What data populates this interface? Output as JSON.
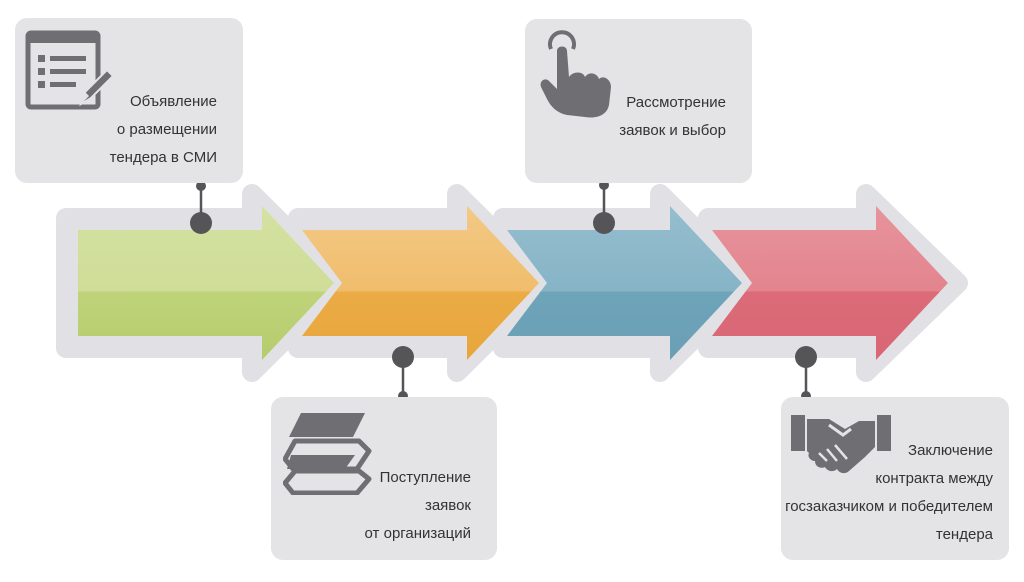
{
  "colors": {
    "card_bg": "#e4e4e7",
    "card_text": "#333333",
    "icon": "#6f6f73",
    "connector": "#555558",
    "arrow_outline": "#e1e1e5",
    "arrow_green": "#c2d77f",
    "arrow_orange": "#eeb14f",
    "arrow_blue": "#6fa8bf",
    "arrow_red": "#df6f7c"
  },
  "steps": [
    {
      "lines": [
        "Объявление",
        "о размещении",
        "тендера в СМИ"
      ],
      "icon": "document-edit-icon",
      "position": "top"
    },
    {
      "lines": [
        "Поступление",
        "заявок",
        "от организаций"
      ],
      "icon": "stacked-layers-icon",
      "position": "bottom"
    },
    {
      "lines": [
        "Рассмотрение",
        "заявок и выбор"
      ],
      "icon": "pointing-hand-icon",
      "position": "top"
    },
    {
      "lines": [
        "Заключение",
        "контракта между",
        "госзаказчиком и победителем",
        "тендера"
      ],
      "icon": "handshake-icon",
      "position": "bottom"
    }
  ]
}
